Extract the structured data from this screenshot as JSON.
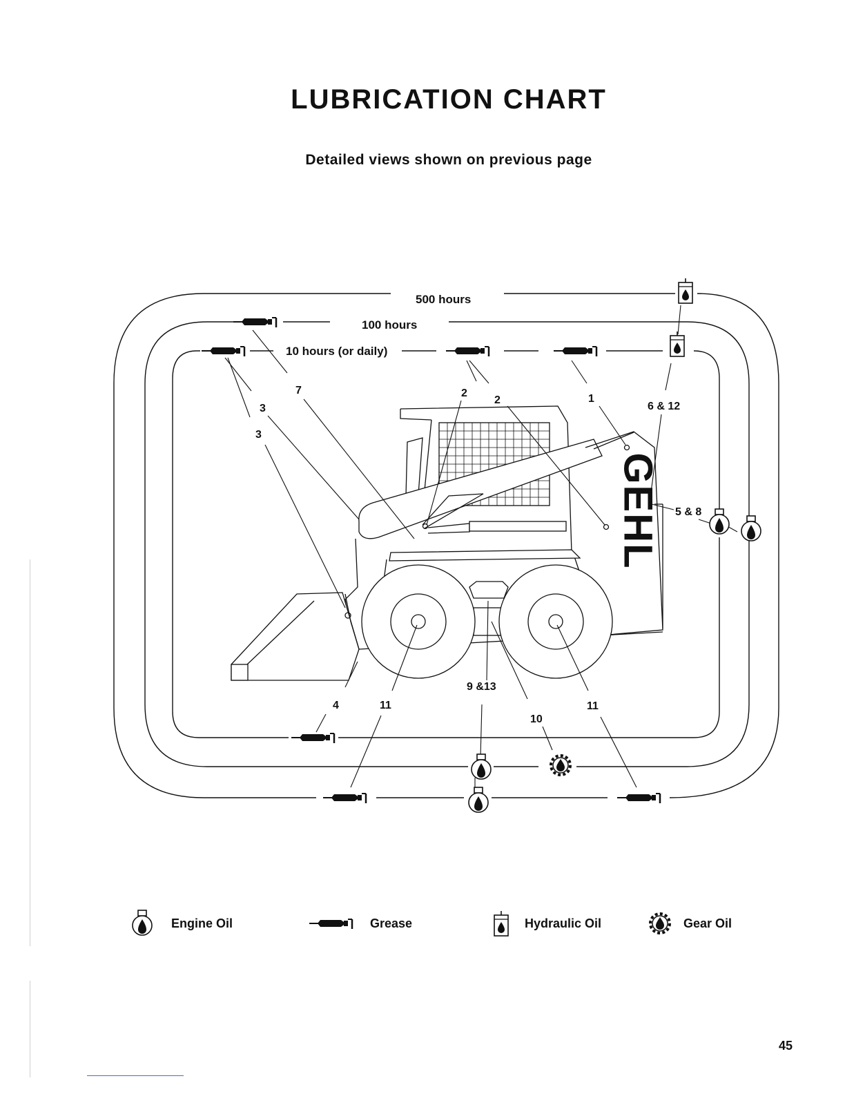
{
  "page": {
    "title": "LUBRICATION CHART",
    "subtitle": "Detailed views shown on previous page",
    "page_number": "45"
  },
  "intervals": {
    "h500": "500 hours",
    "h100": "100 hours",
    "h10": "10 hours (or daily)"
  },
  "machine": {
    "brand": "GEHL"
  },
  "callouts": {
    "c1": "1",
    "c2a": "2",
    "c2b": "2",
    "c3a": "3",
    "c3b": "3",
    "c4": "4",
    "c5_8": "5 & 8",
    "c6_12": "6 & 12",
    "c7": "7",
    "c9_13": "9 &13",
    "c10": "10",
    "c11a": "11",
    "c11b": "11"
  },
  "legend": [
    {
      "label": "Engine Oil",
      "icon": "engine-oil-icon"
    },
    {
      "label": "Grease",
      "icon": "grease-gun-icon"
    },
    {
      "label": "Hydraulic Oil",
      "icon": "hydraulic-oil-icon"
    },
    {
      "label": "Gear Oil",
      "icon": "gear-oil-icon"
    }
  ]
}
